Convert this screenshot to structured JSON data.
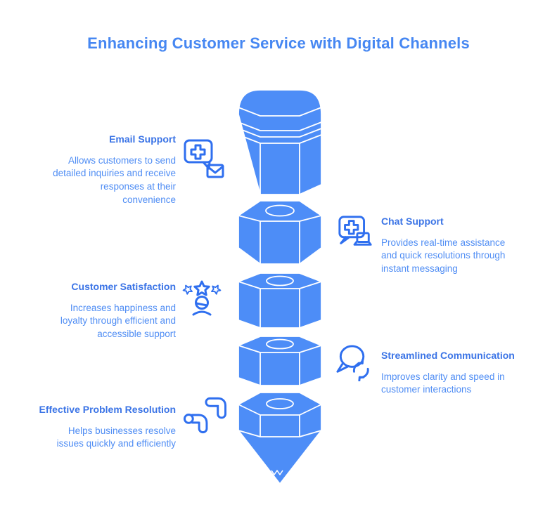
{
  "title": "Enhancing Customer Service with Digital Channels",
  "left_items": [
    {
      "heading": "Email Support",
      "body": "Allows customers to send\ndetailed inquiries and receive\nresponses at their\nconvenience",
      "icon": "chat-plus-envelope-icon"
    },
    {
      "heading": "Customer Satisfaction",
      "body": "Increases happiness and\nloyalty through efficient and\naccessible support",
      "icon": "person-stars-icon"
    },
    {
      "heading": "Effective Problem Resolution",
      "body": "Helps businesses resolve\nissues quickly and efficiently",
      "icon": "pipe-connector-icon"
    }
  ],
  "right_items": [
    {
      "heading": "Chat Support",
      "body": "Provides real-time assistance\nand quick resolutions through\ninstant messaging",
      "icon": "chat-plus-laptop-icon"
    },
    {
      "heading": "Streamlined Communication",
      "body": "Improves clarity and speed in\ncustomer interactions",
      "icon": "speech-bubble-refresh-icon"
    }
  ],
  "pencil": {
    "segments": 5
  },
  "colors": {
    "title": "#4687F2",
    "heading": "#3B74E6",
    "body": "#4F8DF4",
    "icon_stroke": "#2F6FEF",
    "shape_fill": "#4D8DF7",
    "shape_stroke": "#FFFFFF",
    "background": "#FFFFFF"
  }
}
